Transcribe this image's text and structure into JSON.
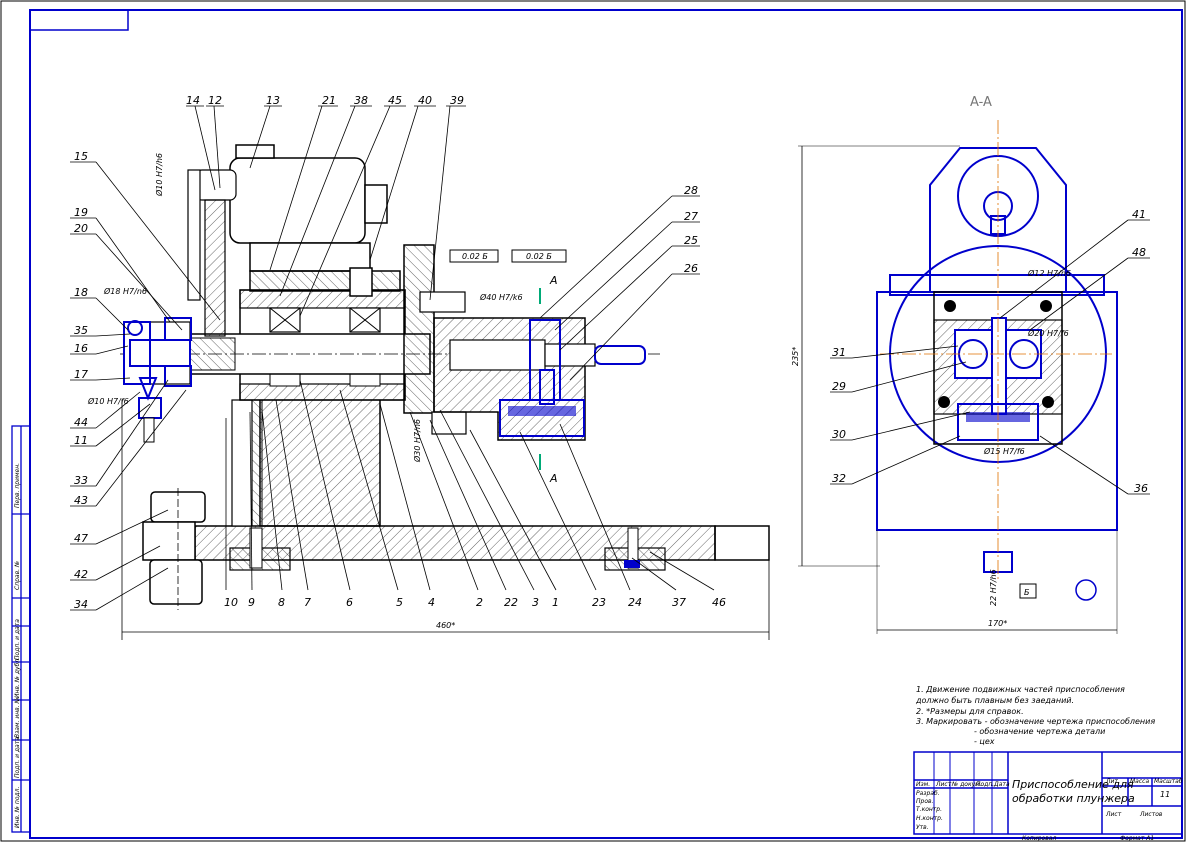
{
  "drawing": {
    "section_label": "A-A",
    "section_marker": "A",
    "datum_label": "Б",
    "tolerance_frame_1": "0.02 Б",
    "tolerance_frame_2": "0.02 Б",
    "dims": {
      "overall_length": "460*",
      "overall_width": "170*",
      "height": "235*",
      "d18": "Ø18 H7/n6",
      "d10a": "Ø10 H7/h6",
      "d10b": "Ø10 H7/f6",
      "d12": "Ø12 H7/n6",
      "d15": "Ø15 H7/f6",
      "d20": "Ø20 H7/f6",
      "d22": "22 H7/h6",
      "d40": "Ø40 H7/k6",
      "d30": "Ø30 H7/n6"
    },
    "callouts": [
      "14",
      "12",
      "13",
      "21",
      "38",
      "45",
      "40",
      "39",
      "15",
      "19",
      "20",
      "18",
      "35",
      "16",
      "17",
      "44",
      "11",
      "33",
      "43",
      "47",
      "42",
      "34",
      "10",
      "9",
      "8",
      "7",
      "6",
      "5",
      "4",
      "2",
      "22",
      "3",
      "1",
      "23",
      "24",
      "37",
      "46",
      "28",
      "27",
      "25",
      "26",
      "41",
      "48",
      "31",
      "29",
      "30",
      "32",
      "36"
    ]
  },
  "notes": {
    "line1": "1. Движение подвижных частей приспособления",
    "line2": "должно быть плавным без заеданий.",
    "line3": "2. *Размеры для справок.",
    "line4": "3. Маркировать  - обозначение чертежа приспособления",
    "line5": "- обозначение чертежа детали",
    "line6": "- цех"
  },
  "title_block": {
    "title_line1": "Приспособление для",
    "title_line2": "обработки плунжера",
    "sheet_value": "11",
    "col_lit": "Лит.",
    "col_mass": "Масса",
    "col_scale": "Масштаб",
    "row_izm": "Изм.",
    "row_list": "Лист",
    "row_doc": "№ докум.",
    "row_sign": "Подп.",
    "row_date": "Дата",
    "row_razrab": "Разраб.",
    "row_prov": "Пров.",
    "row_tkontr": "Т.контр.",
    "row_nkontr": "Н.контр.",
    "row_utv": "Утв.",
    "sheet_label": "Лист",
    "sheets_label": "Листов",
    "copied": "Копировал",
    "format": "Формат  A1"
  },
  "side_strip": {
    "a": "Перв. примен.",
    "b": "Справ. №",
    "c": "Подп. и дата",
    "d": "Инв. № дубл.",
    "e": "Взам. инв. №",
    "f": "Подп. и дата",
    "g": "Инв. № подл."
  }
}
